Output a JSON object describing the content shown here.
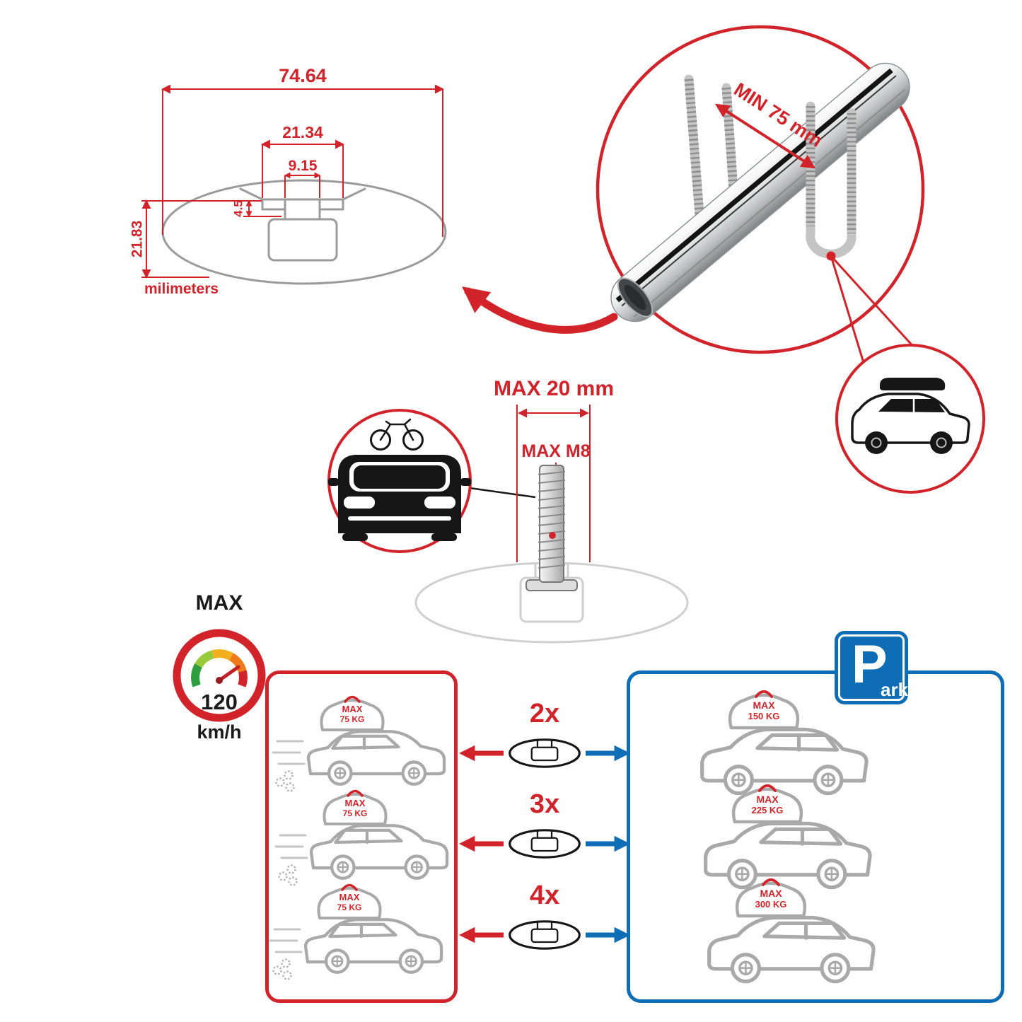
{
  "colors": {
    "red": "#d2232a",
    "blue": "#0e6db5",
    "line_gray": "#9b9b9b",
    "car_gray": "#a9a9a9"
  },
  "cross_section": {
    "width_total": "74.64",
    "width_top": "21.34",
    "slot_width": "9.15",
    "lip_depth": "4.5",
    "height_total": "21.83",
    "unit_label": "milimeters"
  },
  "clamp_detail": {
    "min_clearance": "MIN 75 mm"
  },
  "bolt_detail": {
    "max_length": "MAX 20 mm",
    "max_thread": "MAX M8"
  },
  "speed_limit": {
    "title": "MAX",
    "value": "120",
    "unit": "km/h"
  },
  "dynamic_load": {
    "cars": [
      {
        "label": "MAX",
        "weight": "75 KG"
      },
      {
        "label": "MAX",
        "weight": "75 KG"
      },
      {
        "label": "MAX",
        "weight": "75 KG"
      }
    ]
  },
  "bar_counts": [
    {
      "count": "2x"
    },
    {
      "count": "3x"
    },
    {
      "count": "4x"
    }
  ],
  "static_load": {
    "cars": [
      {
        "label": "MAX",
        "weight": "150 KG"
      },
      {
        "label": "MAX",
        "weight": "225 KG"
      },
      {
        "label": "MAX",
        "weight": "300 KG"
      }
    ]
  },
  "park_sign": {
    "letter": "P",
    "suffix": "ark"
  }
}
